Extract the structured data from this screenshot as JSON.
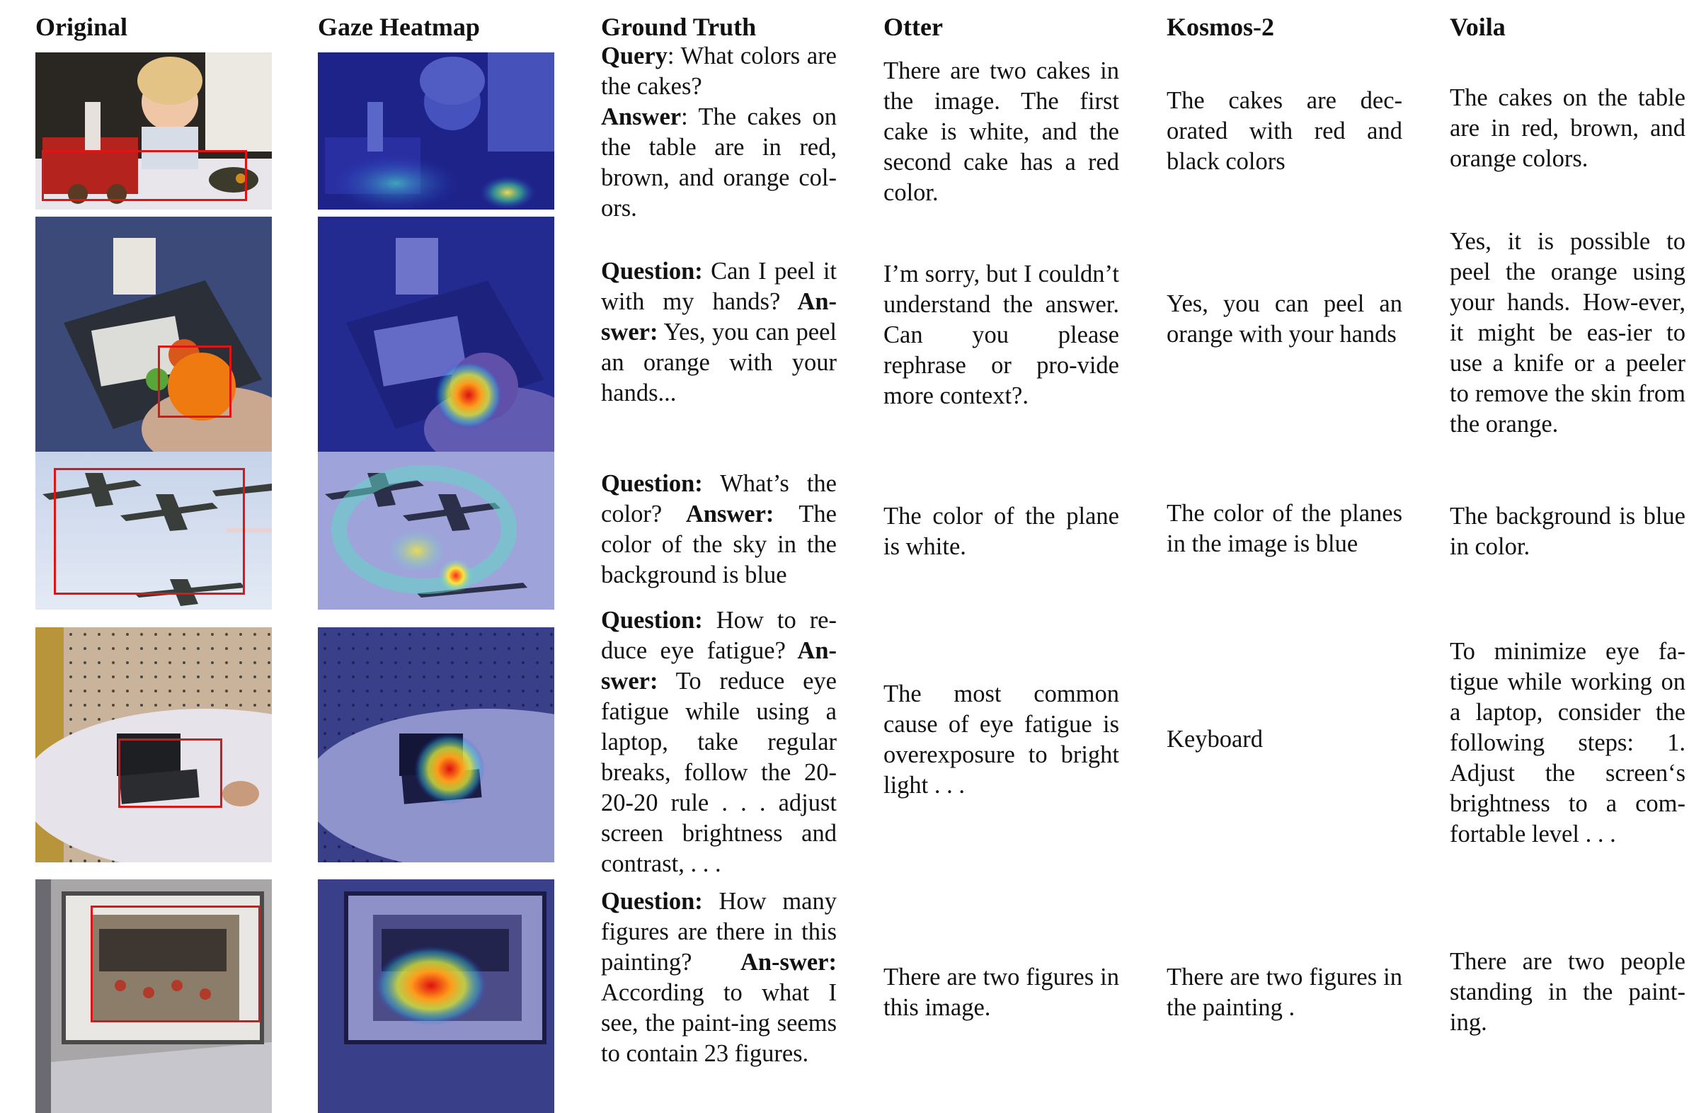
{
  "headers": {
    "original": "Original",
    "gaze": "Gaze Heatmap",
    "gt": "Ground Truth",
    "otter": "Otter",
    "kosmos": "Kosmos-2",
    "voila": "Voila"
  },
  "rows": [
    {
      "gt_q_label": "Query",
      "gt_q": ": What colors are the cakes?",
      "gt_a_label": "Answer",
      "gt_a": ": The cakes on the table are in red, brown, and orange col-ors.",
      "otter": "There are two cakes in the image. The first cake is white, and the second cake has a red color.",
      "kosmos": "The cakes are dec-orated with red and black colors",
      "voila": "The cakes on the table are in red, brown, and orange colors."
    },
    {
      "gt_q_label": "Question:",
      "gt_q": " Can I peel it with my hands?",
      "gt_a_label": " An-swer:",
      "gt_a": " Yes, you can peel an orange with your hands...",
      "otter": "I’m sorry, but I couldn’t understand the answer. Can you please rephrase or pro-vide more context?.",
      "kosmos": "Yes, you can peel an orange with your hands",
      "voila": "Yes, it is possible to peel the orange using your hands. How-ever, it might be eas-ier to use a knife or a peeler to remove the skin from the orange."
    },
    {
      "gt_q_label": "Question:",
      "gt_q": " What’s the color?",
      "gt_a_label": " Answer:",
      "gt_a": " The color of the sky in the background is blue",
      "otter": "The color of the plane is white.",
      "kosmos": "The color of the planes in the image is blue",
      "voila": "The background is blue in color."
    },
    {
      "gt_q_label": "Question:",
      "gt_q": " How to re-duce eye fatigue?",
      "gt_a_label": " An-swer:",
      "gt_a": " To reduce eye fatigue while using a laptop, take regular breaks, follow the 20-20-20 rule . . . adjust screen brightness and contrast, . . .",
      "otter": "The most common cause of eye fatigue is overexposure to bright light . . .",
      "kosmos": "Keyboard",
      "voila": "To minimize eye fa-tigue while working on a laptop, consider the following steps: 1. Adjust the screen‘s brightness to a com-fortable level . . ."
    },
    {
      "gt_q_label": "Question:",
      "gt_q": " How many figures are there in this painting?",
      "gt_a_label": " An-swer:",
      "gt_a": " According to what I see, the paint-ing seems to contain 23 figures.",
      "otter": "There are two figures in this image.",
      "kosmos": "There are two figures in the painting .",
      "voila": "There are two people standing in the paint-ing."
    }
  ]
}
